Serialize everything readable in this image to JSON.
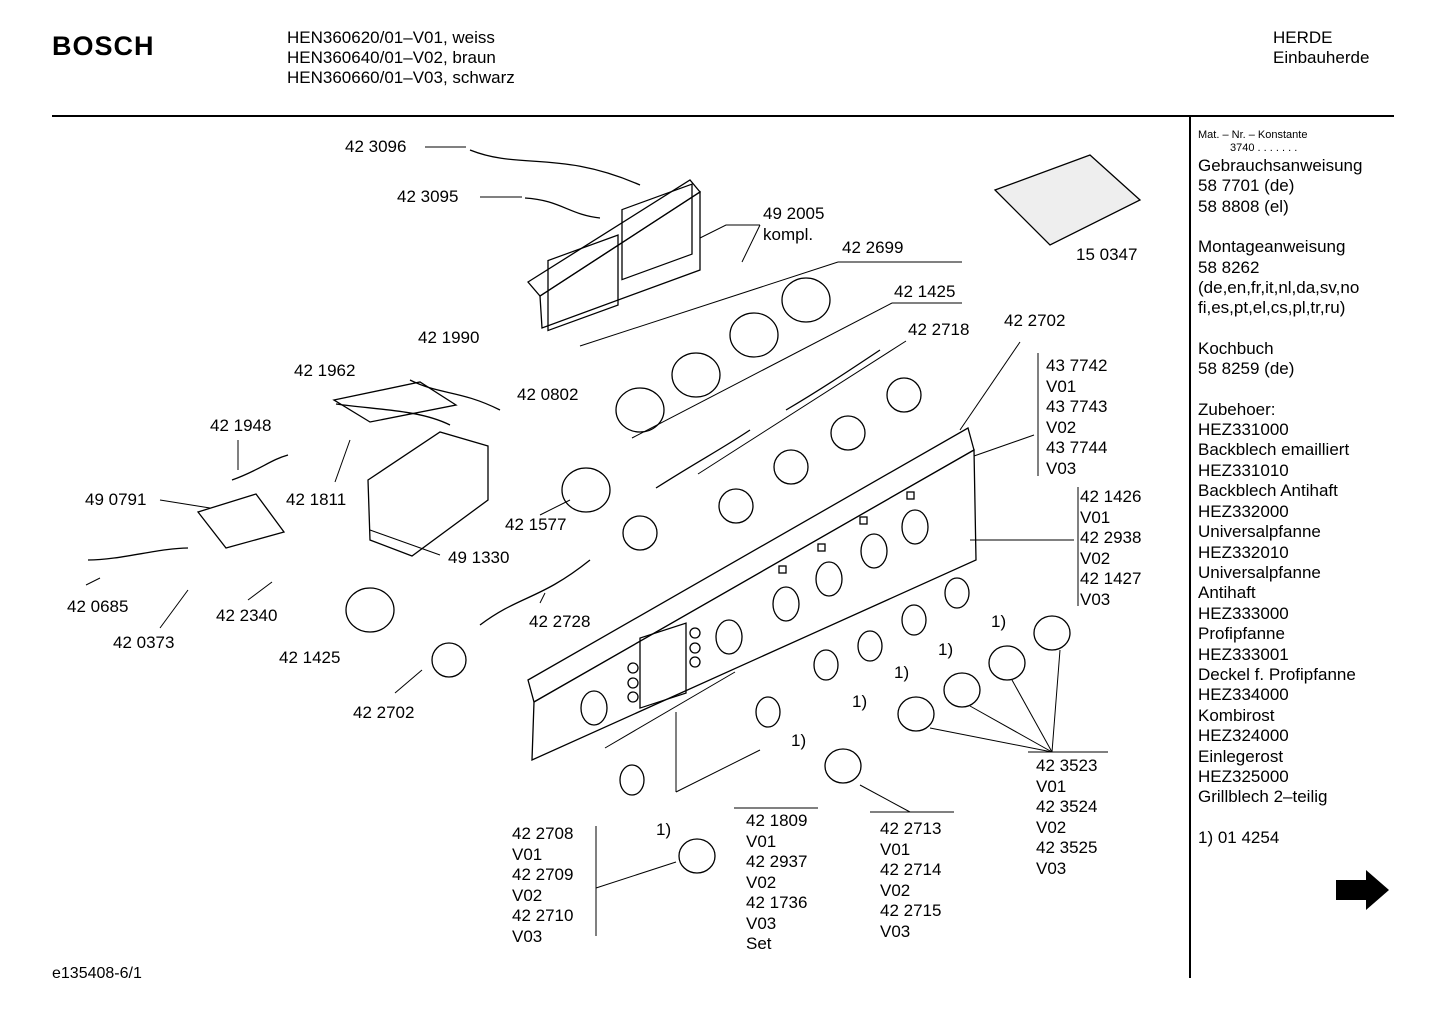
{
  "header": {
    "brand": "BOSCH",
    "models": [
      "HEN360620/01–V01, weiss",
      "HEN360640/01–V02, braun",
      "HEN360660/01–V03, schwarz"
    ],
    "category": [
      "HERDE",
      "Einbauherde"
    ]
  },
  "sidebar": {
    "mat_label": "Mat. – Nr. – Konstante",
    "konstante": "3740 . . . . . . .",
    "lines": [
      "Gebrauchsanweisung",
      "58 7701 (de)",
      "58 8808 (el)",
      "",
      "Montageanweisung",
      "58 8262",
      "(de,en,fr,it,nl,da,sv,no",
      "fi,es,pt,el,cs,pl,tr,ru)",
      "",
      "Kochbuch",
      "58 8259 (de)",
      "",
      "Zubehoer:",
      "HEZ331000",
      "Backblech emailliert",
      "HEZ331010",
      "Backblech Antihaft",
      "HEZ332000",
      "Universalpfanne",
      "HEZ332010",
      "Universalpfanne",
      "Antihaft",
      "HEZ333000",
      "Profipfanne",
      "HEZ333001",
      "Deckel f. Profipfanne",
      "HEZ334000",
      "Kombirost",
      "HEZ324000",
      "Einlegerost",
      "HEZ325000",
      "Grillblech 2–teilig",
      "",
      "1) 01 4254"
    ]
  },
  "parts": {
    "p423096": "42 3096",
    "p423095": "42 3095",
    "p492005": [
      "49 2005",
      "kompl."
    ],
    "p422699": "42 2699",
    "p150347": "15 0347",
    "p421425a": "42 1425",
    "p422718": "42 2718",
    "p422702a": "42 2702",
    "p421990": "42 1990",
    "p421962": "42 1962",
    "p420802": "42 0802",
    "p421948": "42 1948",
    "p490791": "49 0791",
    "p421811": "42 1811",
    "p421577": "42 1577",
    "p491330": "49 1330",
    "p420685": "42 0685",
    "p422340": "42 2340",
    "p420373": "42 0373",
    "p421425b": "42 1425",
    "p422728": "42 2728",
    "p422702b": "42 2702",
    "group437742": [
      "43 7742",
      "V01",
      "43 7743",
      "V02",
      "43 7744",
      "V03"
    ],
    "group421426": [
      "42 1426",
      "V01",
      "42 2938",
      "V02",
      "42 1427",
      "V03"
    ],
    "group423523": [
      "42 3523",
      "V01",
      "42 3524",
      "V02",
      "42 3525",
      "V03"
    ],
    "group422708": [
      "42 2708",
      "V01",
      "42 2709",
      "V02",
      "42 2710",
      "V03"
    ],
    "group421809": [
      "42 1809",
      "V01",
      "42 2937",
      "V02",
      "42 1736",
      "V03",
      "Set"
    ],
    "group422713": [
      "42 2713",
      "V01",
      "42 2714",
      "V02",
      "42 2715",
      "V03"
    ],
    "footnote_marker": "1)"
  },
  "footer": {
    "code": "e135408-6/1"
  }
}
